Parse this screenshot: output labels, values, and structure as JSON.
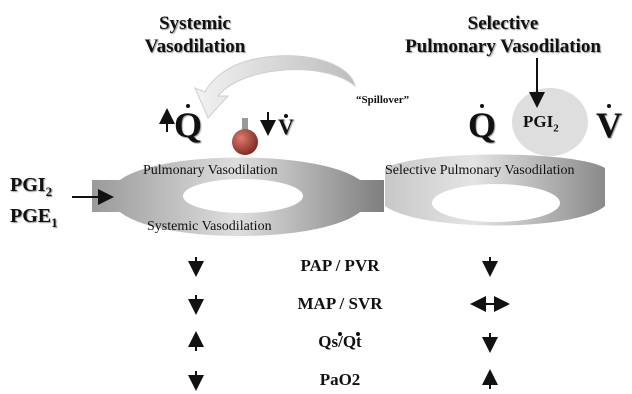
{
  "left": {
    "title_line1": "Systemic",
    "title_line2": "Vasodilation",
    "flow_symbol": "Q",
    "vent_symbol": "V",
    "label_top": "Pulmonary Vasodilation",
    "label_bottom": "Systemic Vasodilation",
    "drug_line1_base": "PGI",
    "drug_line1_sub": "2",
    "drug_line2_base": "PGE",
    "drug_line2_sub": "1"
  },
  "right": {
    "title_line1": "Selective",
    "title_line2": "Pulmonary Vasodilation",
    "flow_symbol": "Q",
    "vent_symbol": "V",
    "label_top": "Selective Pulmonary Vasodilation",
    "drug_base": "PGI",
    "drug_sub": "2"
  },
  "spillover": "“Spillover”",
  "params": [
    {
      "label": "PAP / PVR",
      "left": "down",
      "right": "down"
    },
    {
      "label": "MAP / SVR",
      "left": "down",
      "right": "unchanged"
    },
    {
      "label": "Qs/Qt",
      "left": "up",
      "right": "down"
    },
    {
      "label": "PaO2",
      "left": "down",
      "right": "up"
    }
  ],
  "colors": {
    "vessel_light": "#d8d8d8",
    "vessel_dark": "#8c8c8c",
    "balloon": "#e0e0e0",
    "bulb": "#b04a40"
  }
}
